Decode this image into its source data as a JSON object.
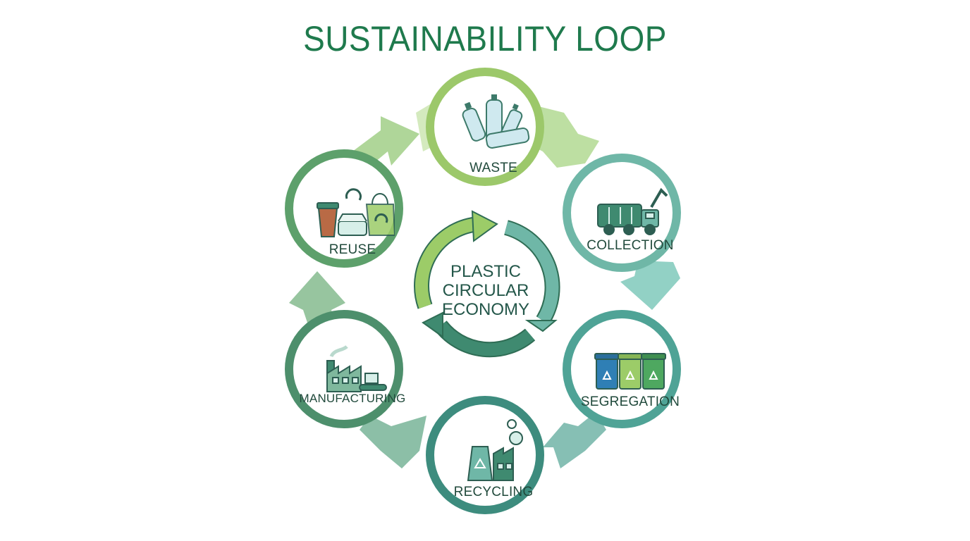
{
  "title": "SUSTAINABILITY LOOP",
  "center": {
    "lines": [
      "PLASTIC",
      "CIRCULAR",
      "ECONOMY"
    ]
  },
  "stages": [
    {
      "label": "WASTE",
      "icon": "plastic-bottles-icon",
      "ring_color": "#9cc86a"
    },
    {
      "label": "COLLECTION",
      "icon": "garbage-truck-icon",
      "ring_color": "#6fb7a7"
    },
    {
      "label": "SEGREGATION",
      "icon": "recycling-bins-icon",
      "ring_color": "#4fa396"
    },
    {
      "label": "RECYCLING",
      "icon": "recycling-plant-icon",
      "ring_color": "#3d8c7e"
    },
    {
      "label": "MANUFACTURING",
      "icon": "factory-conveyor-icon",
      "ring_color": "#4d8f6c"
    },
    {
      "label": "REUSE",
      "icon": "reusable-items-icon",
      "ring_color": "#5da06b"
    }
  ],
  "colors": {
    "title": "#1f7a4d",
    "center_text": "#24574a",
    "arrow_light": "#bfe0a6",
    "arrow_teal": "#8fcdbf",
    "arrow_dark": "#7fb39a"
  }
}
